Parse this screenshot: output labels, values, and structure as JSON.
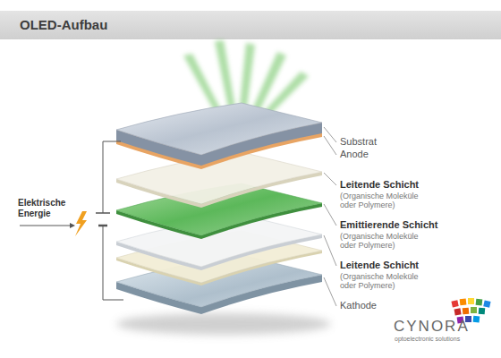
{
  "diagram": {
    "title": "OLED-Aufbau",
    "labels": [
      "Substrat",
      "Anode",
      "Leitende Schicht",
      "(Organische Moleküle oder Polymere)",
      "Emittierende Schicht",
      "(Organische Moleküle oder Polymere)",
      "Leitende Schicht",
      "(Organische Moleküle oder Polymere)",
      "Kathode",
      "Elektrische Energie",
      "CYNORA",
      "optoelectronic solutions"
    ]
  }
}
